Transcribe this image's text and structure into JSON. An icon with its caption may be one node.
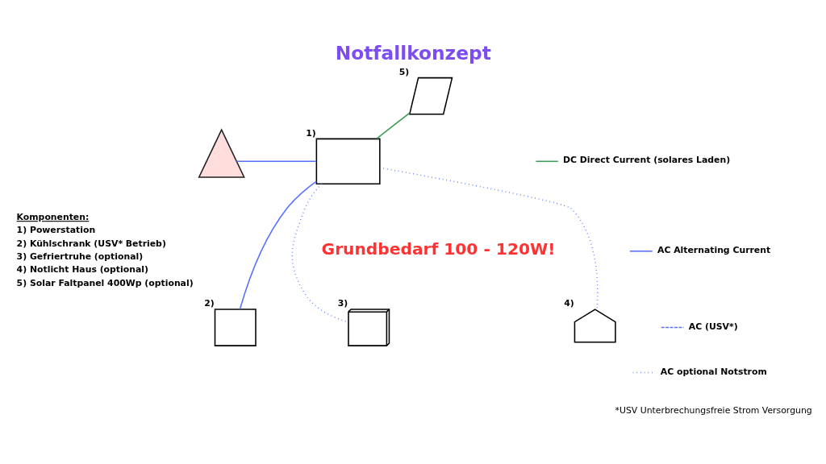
{
  "diagram": {
    "title": "Notfallkonzept",
    "nodes": [
      {
        "text": [],
        "shape": "picture"
      },
      {
        "text": [],
        "shape": "parallelogram",
        "beside": [
          "5)"
        ]
      },
      {
        "text": [],
        "shape": "box",
        "beside": [
          "1)"
        ]
      },
      {
        "text": [],
        "shape": "box",
        "beside": [
          "2)"
        ]
      },
      {
        "text": [],
        "shape": "box",
        "beside": [
          "3)"
        ]
      },
      {
        "text": [],
        "shape": "house",
        "beside": [
          "4)"
        ]
      }
    ],
    "edges": [
      {
        "from": 1,
        "to": 2,
        "arrow": "none",
        "color": "#3d9a50"
      },
      {
        "from": 0,
        "to": 2,
        "arrow": "none"
      },
      {
        "from": 2,
        "to": 3,
        "arrow": "none"
      },
      {
        "from": 2,
        "to": 4,
        "arrow": "none",
        "style": "dashed"
      },
      {
        "from": 2,
        "to": 5,
        "arrow": "none",
        "style": "dashed"
      }
    ],
    "labels": [
      "*USV Unterbrechungsfreie Strom Versorgung",
      "Grundbedarf 100 - 120W!",
      "Komponenten:",
      "1) Powerstation",
      "2) Kühlschrank (USV* Betrieb)",
      "3) Gefriertruhe (optional)",
      "4) Notlicht Haus (optional)",
      "5) Solar Faltpanel 400Wp (optional)"
    ],
    "legend": [
      {
        "text": "DC Direct Current (solares Laden)"
      },
      {
        "text": "AC Alternating Current"
      },
      {
        "text": "AC (USV*)"
      },
      {
        "text": "AC optional Notstrom"
      }
    ]
  }
}
